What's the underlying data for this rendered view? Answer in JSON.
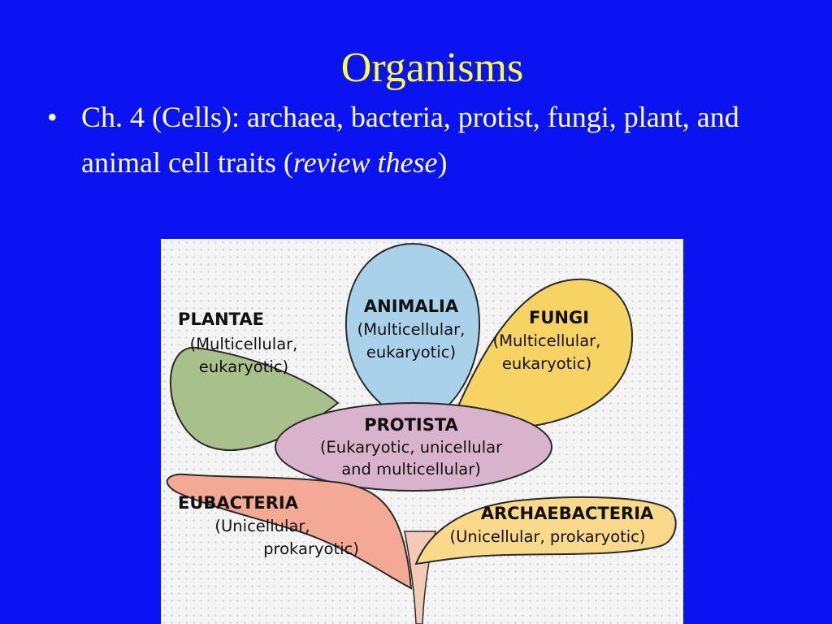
{
  "slide": {
    "title": "Organisms",
    "bullet": {
      "marker": "•",
      "prefix": "Ch. 4 (Cells): archaea, bacteria, protist, fungi, plant, and animal cell traits (",
      "emphasis": "review these",
      "suffix": ")"
    }
  },
  "diagram": {
    "plantae": {
      "name": "PLANTAE",
      "line1": "(Multicellular,",
      "line2": "eukaryotic)",
      "color": "#a8c08a"
    },
    "animalia": {
      "name": "ANIMALIA",
      "line1": "(Multicellular,",
      "line2": "eukaryotic)",
      "color": "#a9d1ea"
    },
    "fungi": {
      "name": "FUNGI",
      "line1": "(Multicellular,",
      "line2": "eukaryotic)",
      "color": "#f7d364"
    },
    "protista": {
      "name": "PROTISTA",
      "line1": "(Eukaryotic, unicellular",
      "line2": "and multicellular)",
      "color": "#d9b3cb"
    },
    "eubacteria": {
      "name": "EUBACTERIA",
      "line1": "(Unicellular,",
      "line2": "prokaryotic)",
      "color": "#f4a995"
    },
    "archaebacteria": {
      "name": "ARCHAEBACTERIA",
      "line1": "(Unicellular, prokaryotic)",
      "color": "#fad98b"
    },
    "stem_color": "#f3c9b8",
    "outline_color": "#2b2b2b"
  }
}
